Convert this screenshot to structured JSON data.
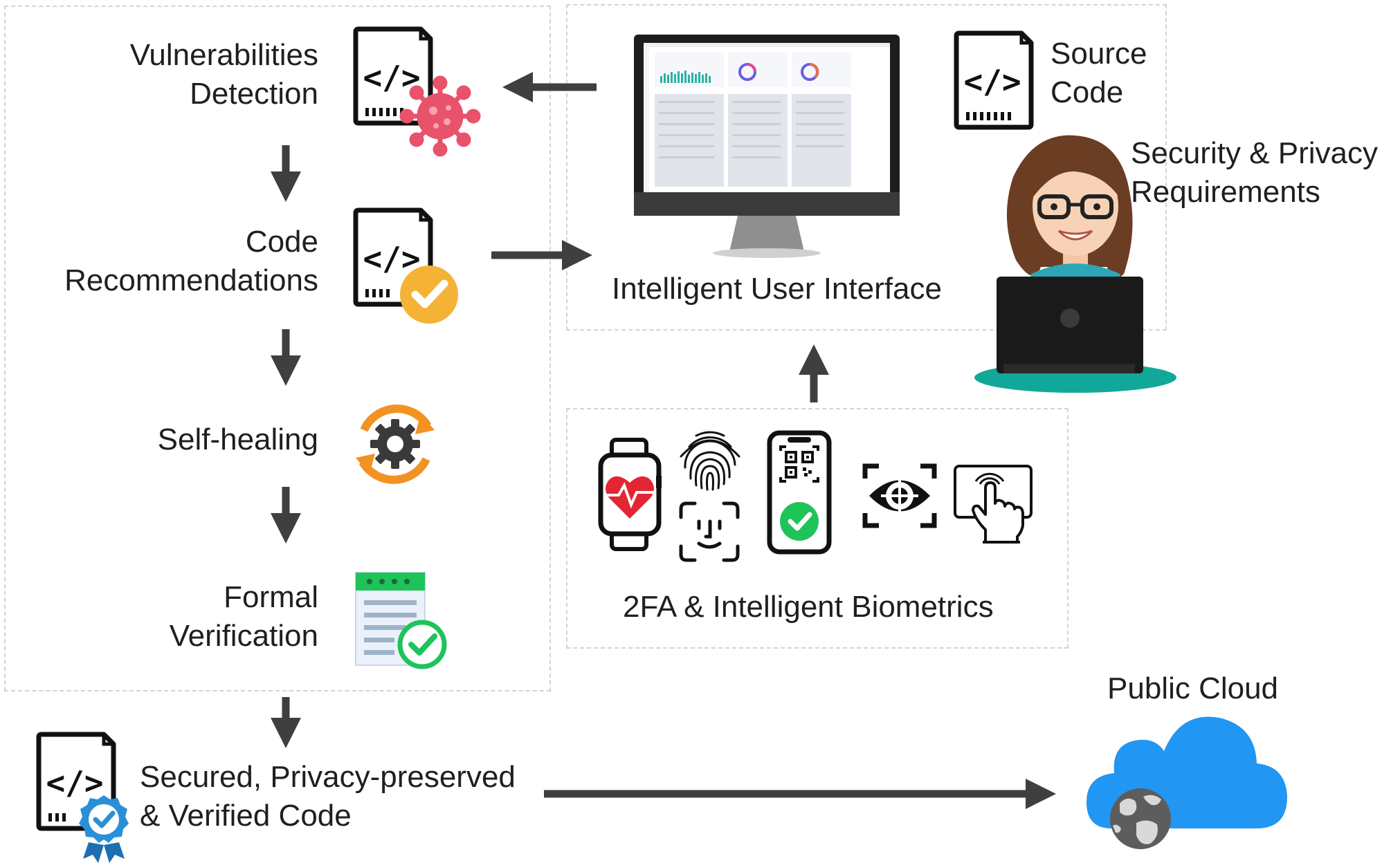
{
  "pipeline": {
    "vuln_line1": "Vulnerabilities",
    "vuln_line2": "Detection",
    "rec_line1": "Code",
    "rec_line2": "Recommendations",
    "heal": "Self-healing",
    "formal_line1": "Formal",
    "formal_line2": "Verification"
  },
  "output": {
    "line1": "Secured, Privacy-preserved",
    "line2": "& Verified Code"
  },
  "ui": {
    "title": "Intelligent User Interface",
    "source_line1": "Source",
    "source_line2": "Code",
    "sec_line1": "Security & Privacy",
    "sec_line2": "Requirements"
  },
  "auth": {
    "title": "2FA & Intelligent Biometrics"
  },
  "cloud": {
    "title": "Public Cloud"
  },
  "colors": {
    "arrow": "#3f3f3f",
    "virus": "#e8526b",
    "check_orange": "#f5b335",
    "gear_orange": "#f29222",
    "green": "#1ec35a",
    "badge_blue": "#2b8fd6",
    "cloud_blue": "#2196f3",
    "heart_red": "#e32634",
    "teal": "#12a899"
  }
}
